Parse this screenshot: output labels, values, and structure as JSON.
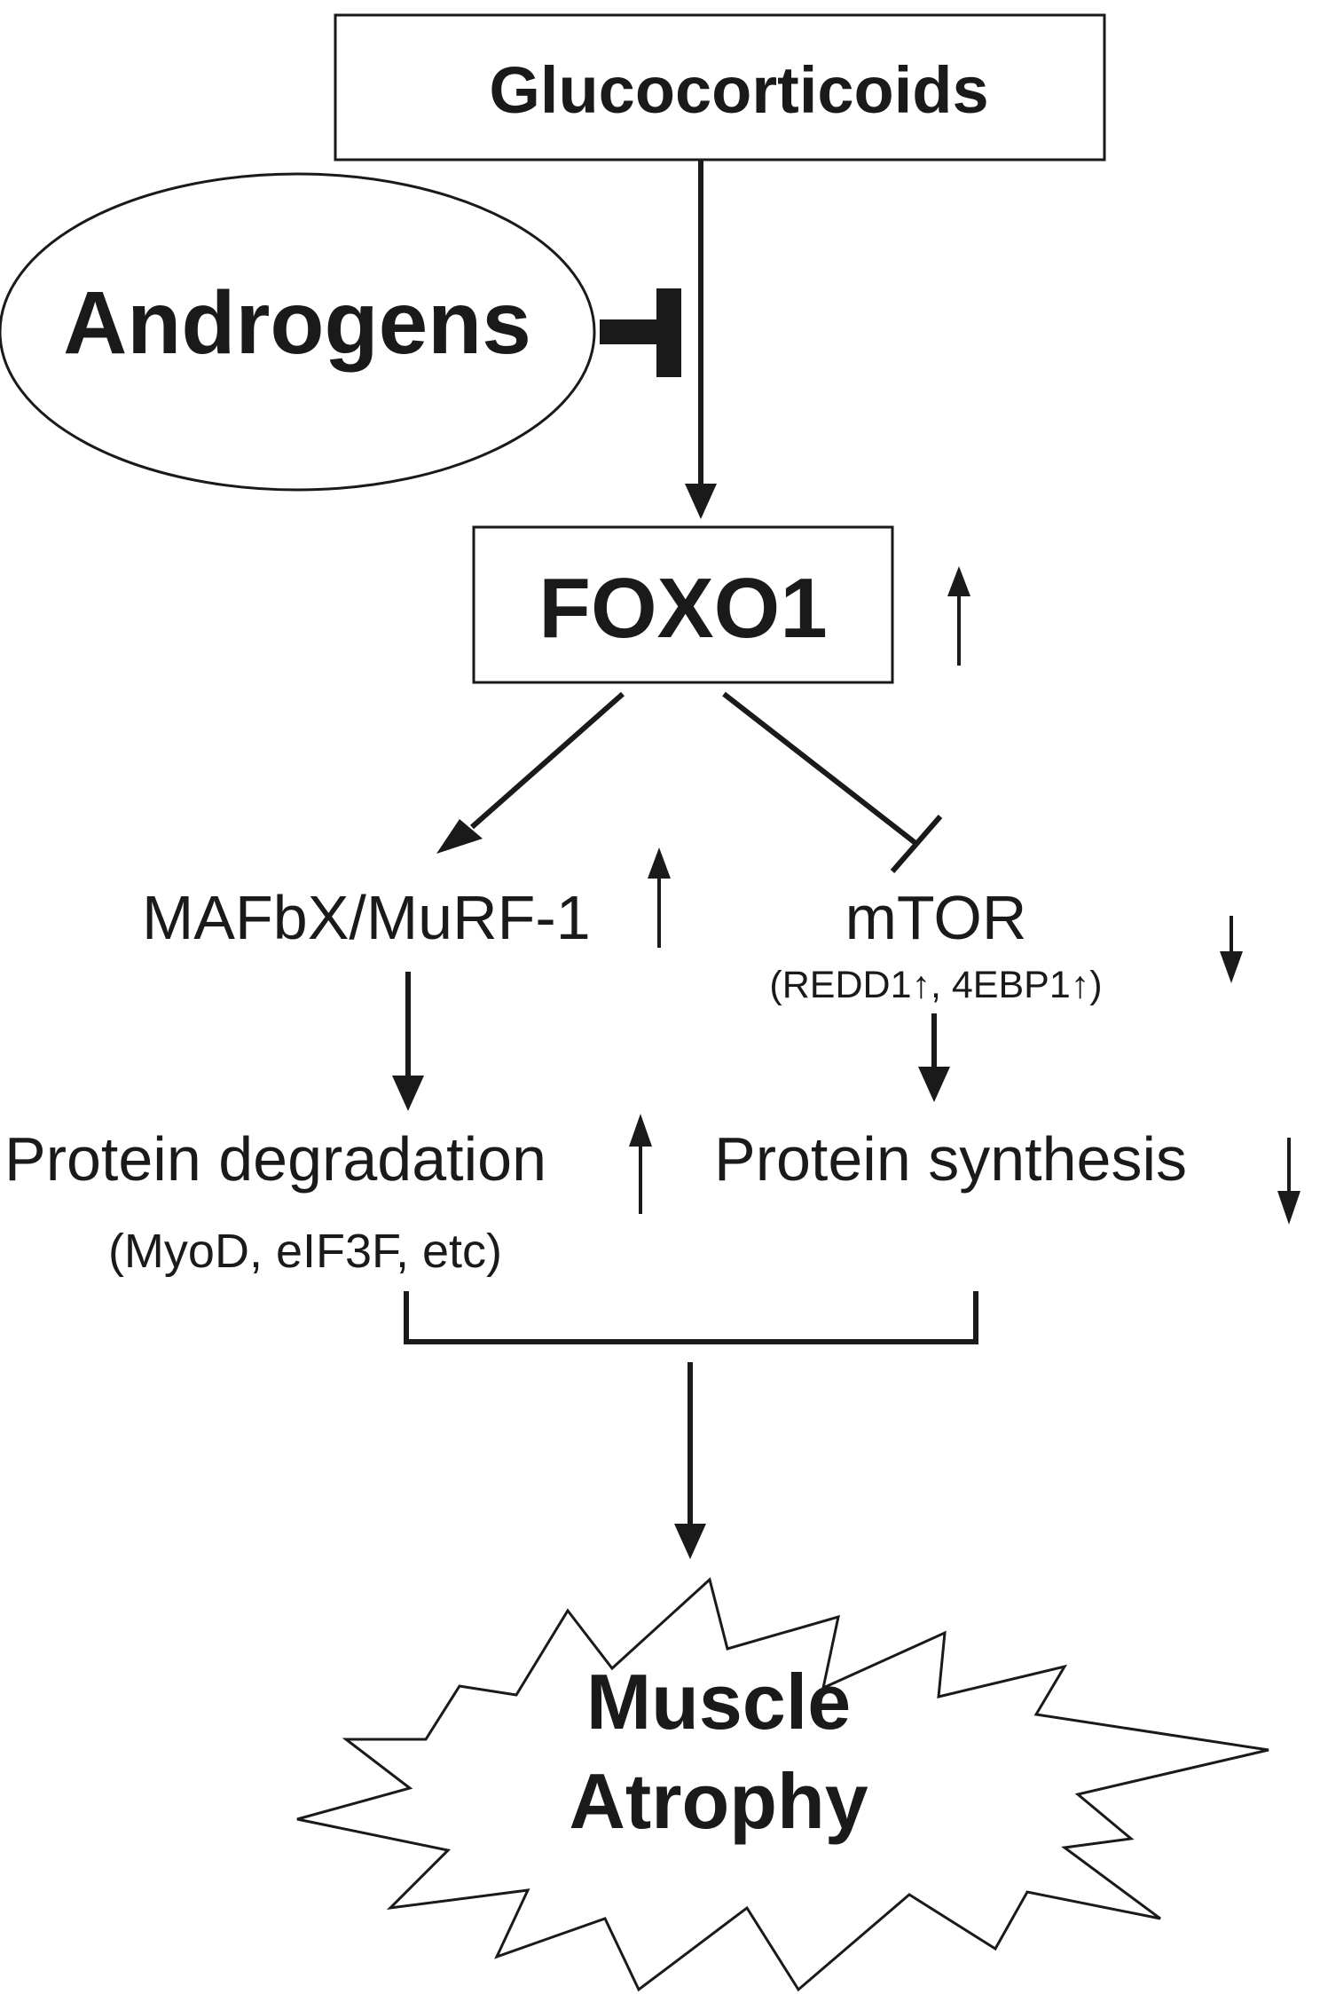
{
  "nodes": {
    "glucocorticoids": "Glucocorticoids",
    "androgens": "Androgens",
    "foxo1": "FOXO1",
    "mafbx": "MAFbX/MuRF-1",
    "mtor": "mTOR",
    "mtor_sub": "(REDD1↑, 4EBP1↑)",
    "degradation": "Protein degradation",
    "degradation_sub": "(MyoD, eIF3F, etc)",
    "synthesis": "Protein synthesis",
    "atrophy_line1": "Muscle",
    "atrophy_line2": "Atrophy"
  },
  "indicators": {
    "foxo1": "up",
    "mafbx": "up",
    "mtor": "down",
    "degradation": "up",
    "synthesis": "down"
  },
  "edges": [
    {
      "from": "glucocorticoids",
      "to": "foxo1",
      "type": "activation"
    },
    {
      "from": "androgens",
      "to": "glucocorticoids-foxo1",
      "type": "inhibition"
    },
    {
      "from": "foxo1",
      "to": "mafbx",
      "type": "activation"
    },
    {
      "from": "foxo1",
      "to": "mtor",
      "type": "inhibition"
    },
    {
      "from": "mafbx",
      "to": "degradation",
      "type": "activation"
    },
    {
      "from": "mtor",
      "to": "synthesis",
      "type": "activation"
    },
    {
      "from": "degradation+synthesis",
      "to": "atrophy",
      "type": "activation"
    }
  ],
  "colors": {
    "ink": "#1a1a1a",
    "background": "#ffffff"
  }
}
